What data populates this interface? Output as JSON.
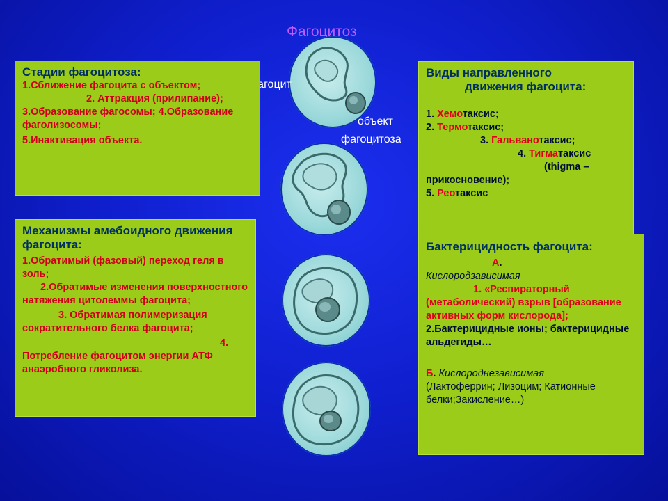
{
  "title": "Фагоцитоз",
  "labels": {
    "phagocyte": "фагоцит",
    "object_line1": "объект",
    "object_line2": "фагоцитоза"
  },
  "stages": {
    "heading": "Стадии фагоцитоза:",
    "items": [
      "1.Сближение фагоцита с объектом;",
      "2. Аттракция (прилипание); 3.Образование фагосомы; 4.Образование фаголизосомы;",
      "5.Инактивация объекта."
    ]
  },
  "mechanisms": {
    "heading": "Механизмы амебоидного движения фагоцита:",
    "items": [
      "1.Обратимый (фазовый) переход геля в золь;",
      "2.Обратимые изменения поверхностного натяжения цитолеммы фагоцита;",
      "3. Обратимая полимеризация сократительного белка фагоцита;",
      "4. Потребление фагоцитом энергии АТФ анаэробного гликолиза."
    ]
  },
  "taxis": {
    "heading1": "Виды направленного",
    "heading2": "движения фагоцита:",
    "items": [
      {
        "num": "1. ",
        "hl": "Хемо",
        "rest": "таксис;"
      },
      {
        "num": "2. ",
        "hl": "Термо",
        "rest": "таксис;"
      },
      {
        "num": "3. ",
        "hl": "Гальвано",
        "rest": "таксис;"
      },
      {
        "num": "4. ",
        "hl": "Тигма",
        "rest": "таксис"
      }
    ],
    "thigma": "(thigma – прикосновение);",
    "item5_num": "5.",
    "item5_hl": "Рео",
    "item5_rest": "таксис"
  },
  "bactericidal": {
    "heading": "Бактерицидность фагоцита:",
    "a_letter": "А",
    "a_type": "Кислородзависимая",
    "a_item1": "1. «Респираторный (метаболический) взрыв [образование активных форм кислорода];",
    "a_item2": "2.Бактерицидные ионы; бактерицидные альдегиды…",
    "b_letter": "Б",
    "b_type": "Кислороднезависимая",
    "b_items": "(Лактоферрин; Лизоцим; Катионные белки;Закисление…)"
  },
  "colors": {
    "background": "#1020d0",
    "box": "#9ccc1a",
    "title": "#c05cff",
    "highlight": "#e0001a"
  }
}
